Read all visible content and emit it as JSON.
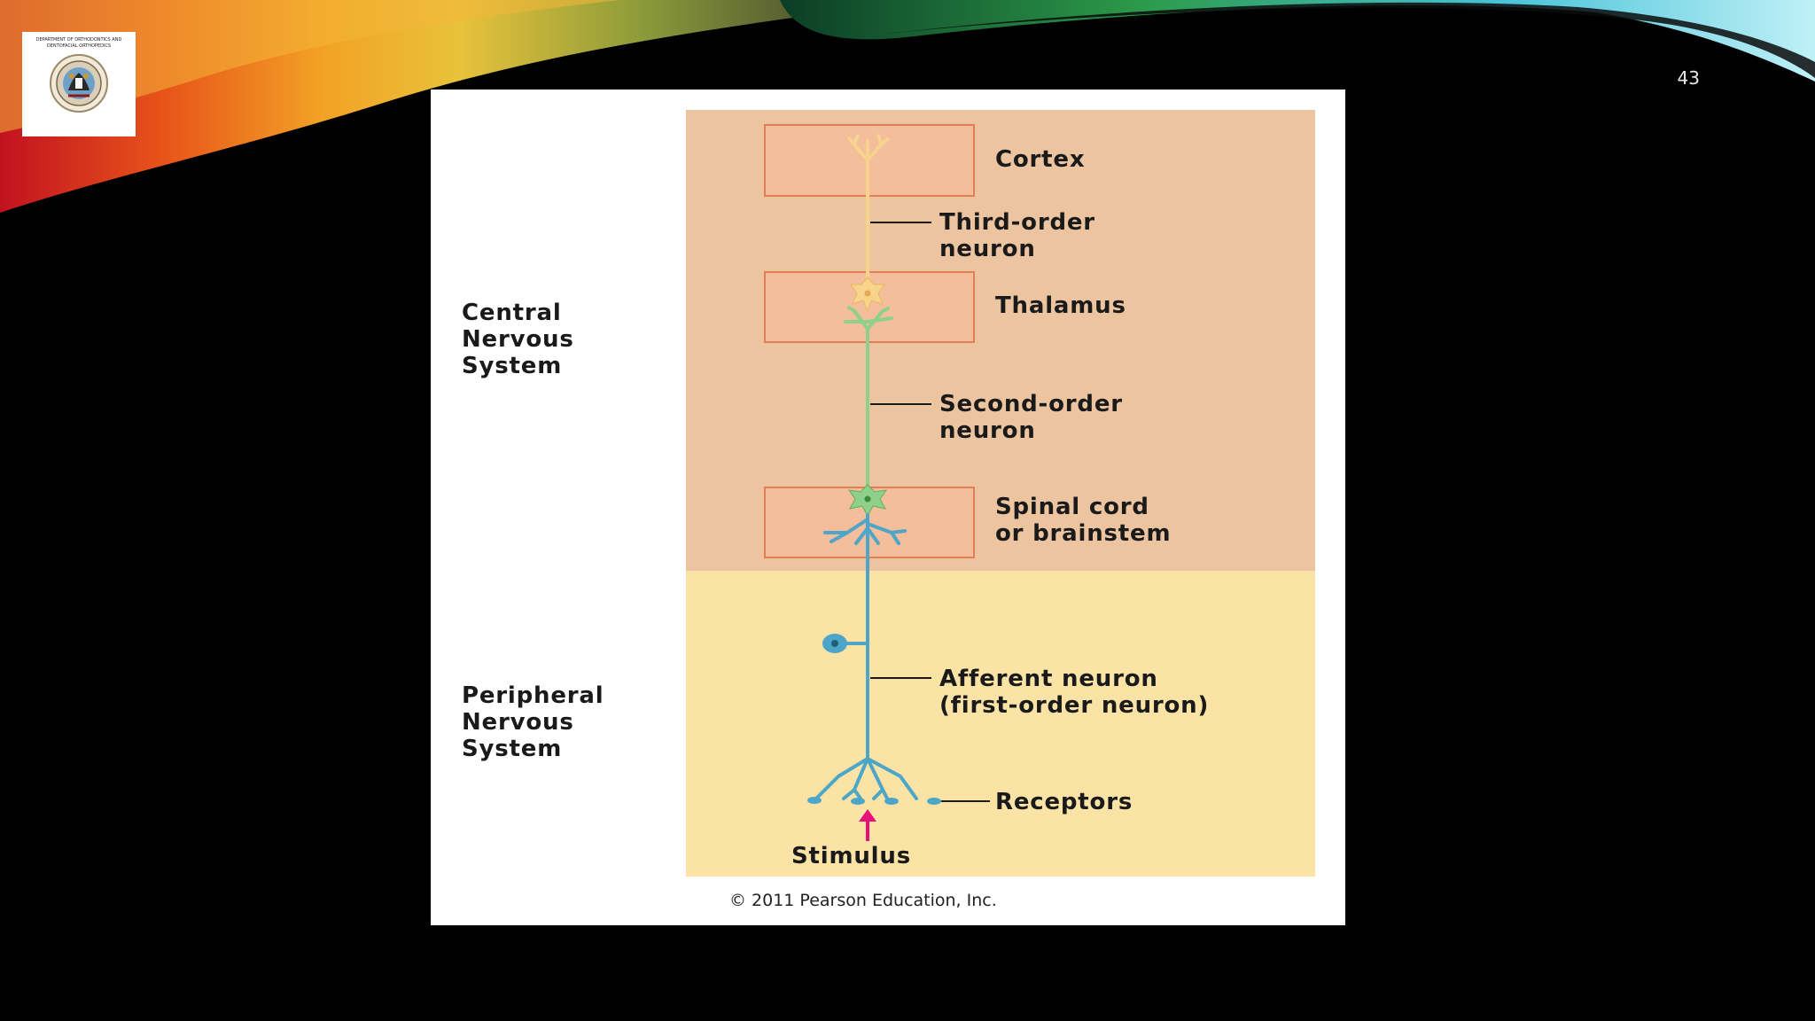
{
  "slide": {
    "number": "43",
    "logo_text": "DEPARTMENT OF ORTHODONTICS AND\nDENTOFACIAL ORTHOPEDICS"
  },
  "diagram": {
    "regions": {
      "cns": [
        "Central",
        "Nervous",
        "System"
      ],
      "pns": [
        "Peripheral",
        "Nervous",
        "System"
      ]
    },
    "labels": {
      "cortex": "Cortex",
      "third_order": [
        "Third-order",
        "neuron"
      ],
      "thalamus": "Thalamus",
      "second_order": [
        "Second-order",
        "neuron"
      ],
      "spinal": [
        "Spinal cord",
        "or brainstem"
      ],
      "afferent": [
        "Afferent neuron",
        "(first-order neuron)"
      ],
      "receptors": "Receptors",
      "stimulus": "Stimulus"
    },
    "copyright": "© 2011 Pearson Education, Inc.",
    "colors": {
      "cns_bg": "#ecc5a0",
      "pns_bg": "#fbe3a6",
      "box_fill": "#f4bd9c",
      "box_stroke": "#e07f55",
      "third_order_neuron": "#f7d38c",
      "second_order_neuron": "#8fd08a",
      "first_order_neuron": "#4da6c7",
      "stimulus_arrow": "#e8117a"
    }
  }
}
